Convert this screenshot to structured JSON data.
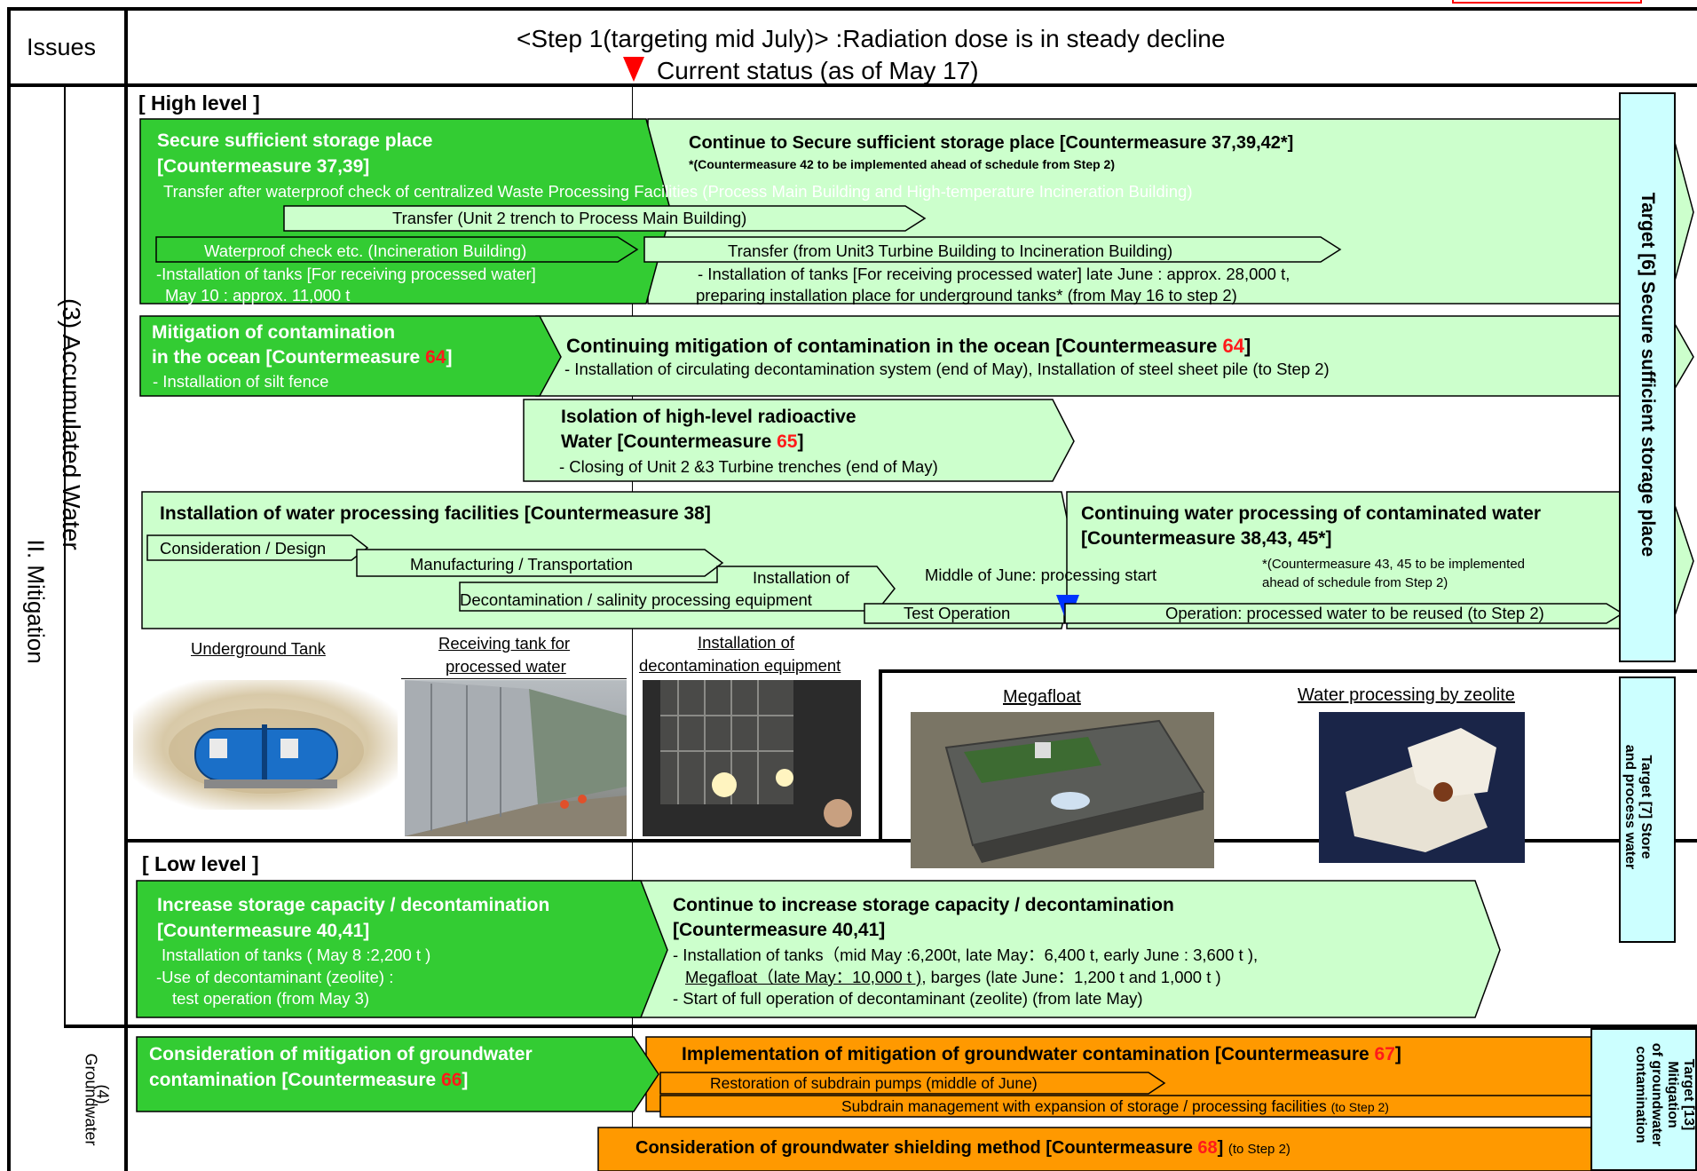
{
  "header": {
    "issues": "Issues",
    "title": "<Step 1(targeting mid July)> :Radiation dose is in steady decline",
    "current_status": "Current status (as of May 17)"
  },
  "left": {
    "mitigation": "II. Mitigation",
    "accumulated": "(3) Accumulated Water",
    "groundwater_num": "(4)",
    "groundwater": "Groundwater"
  },
  "sections": {
    "high": "[ High level ]",
    "low": "[ Low level ]"
  },
  "storage": {
    "title1": "Secure sufficient storage place",
    "title2": "[Countermeasure 37,39]",
    "transfer_text": "Transfer after waterproof check of centralized Waste Processing Facilities  (Process Main Building and High-temperature Incineration Building)",
    "transfer_unit2": "Transfer (Unit  2 trench to Process Main Building)",
    "waterproof": "Waterproof check etc. (Incineration Building)",
    "tanks1": "-Installation of tanks [For receiving processed water]",
    "tanks2": "May 10 : approx. 11,000 t",
    "cont_title": "Continue to Secure sufficient storage place [Countermeasure 37,39,42*]",
    "cont_note": "*(Countermeasure 42 to be implemented ahead of schedule from Step 2)",
    "transfer_unit3": "Transfer (from Unit3 Turbine Building to Incineration Building)",
    "cont_tanks1": "- Installation of tanks [For receiving processed water] late June : approx. 28,000 t,",
    "cont_tanks2": "preparing installation place for underground tanks* (from May 16 to step 2)"
  },
  "ocean": {
    "title1": "Mitigation of contamination",
    "title2a": "in the ocean [Countermeasure ",
    "num": "64",
    "title2b": "]",
    "sub": "- Installation of silt fence",
    "cont_title_a": "Continuing mitigation of contamination in the ocean [Countermeasure ",
    "cont_num": "64",
    "cont_title_b": "]",
    "cont_sub": "- Installation of circulating decontamination system (end of May), Installation of steel sheet pile (to Step 2)"
  },
  "isolation": {
    "title1": "Isolation of high-level radioactive",
    "title2a": "Water [Countermeasure ",
    "num": "65",
    "title2b": "]",
    "sub": "- Closing of Unit 2 &3 Turbine trenches (end of May)"
  },
  "processing": {
    "title": "Installation of water processing facilities [Countermeasure 38]",
    "design": "Consideration / Design",
    "manufacturing": "Manufacturing / Transportation",
    "install_of": "Installation of",
    "decon": "Decontamination / salinity processing equipment",
    "test": "Test Operation",
    "middle_june": "Middle of June: processing start",
    "cont_title1": "Continuing water processing of contaminated water",
    "cont_title2": "[Countermeasure 38,43, 45*]",
    "cont_note1": "*(Countermeasure 43, 45 to be implemented",
    "cont_note2": "ahead of schedule from Step 2)",
    "operation": "Operation: processed water to be reused (to Step 2)"
  },
  "photos": {
    "underground": "Underground Tank",
    "receiving1": "Receiving tank for",
    "receiving2": "processed water",
    "decon1": "Installation of",
    "decon2": "decontamination equipment",
    "megafloat": "Megafloat",
    "zeolite": "Water processing by zeolite"
  },
  "low": {
    "title1": "Increase storage capacity / decontamination",
    "title2": "[Countermeasure 40,41]",
    "l1": "Installation of tanks ( May 8 :2,200 t )",
    "l2": "-Use of decontaminant (zeolite) :",
    "l3": "test operation (from May 3)",
    "cont_title1": "Continue to increase storage capacity / decontamination",
    "cont_title2": "[Countermeasure 40,41]",
    "c1": "- Installation of tanks（mid May :6,200t,  late May：6,400 t, early June : 3,600 t ),",
    "c2a": "Megafloat（late May：10,000 t )",
    "c2b": ", barges (late June：1,200 t and 1,000 t )",
    "c3": "- Start of full operation of decontaminant (zeolite) (from late May)"
  },
  "ground": {
    "title1": "Consideration of mitigation of groundwater",
    "title2a": "contamination [Countermeasure ",
    "num": "66",
    "title2b": "]",
    "impl_a": "Implementation of mitigation of groundwater contamination [Countermeasure ",
    "impl_num": "67",
    "impl_b": "]",
    "restoration": "Restoration of subdrain pumps (middle of June)",
    "subdrain": "Subdrain management with expansion of storage / processing facilities",
    "subdrain_to": "(to Step 2)",
    "shield_a": "Consideration of groundwater shielding method [Countermeasure ",
    "shield_num": "68",
    "shield_b": "]",
    "shield_to": "(to Step 2)"
  },
  "targets": {
    "t6": "Target [6] Secure sufficient storage place",
    "t7a": "Target [7] Store",
    "t7b": "and process water",
    "t13a": "Target [13]",
    "t13b": "Mitigation",
    "t13c": "of groundwater",
    "t13d": "contamination"
  },
  "colors": {
    "dark_green": "#33cc33",
    "light_green": "#ccffcc",
    "orange": "#ff9900",
    "target_cyan": "#ccffff",
    "marker_red": "#ff0000",
    "marker_blue": "#0033ff"
  }
}
